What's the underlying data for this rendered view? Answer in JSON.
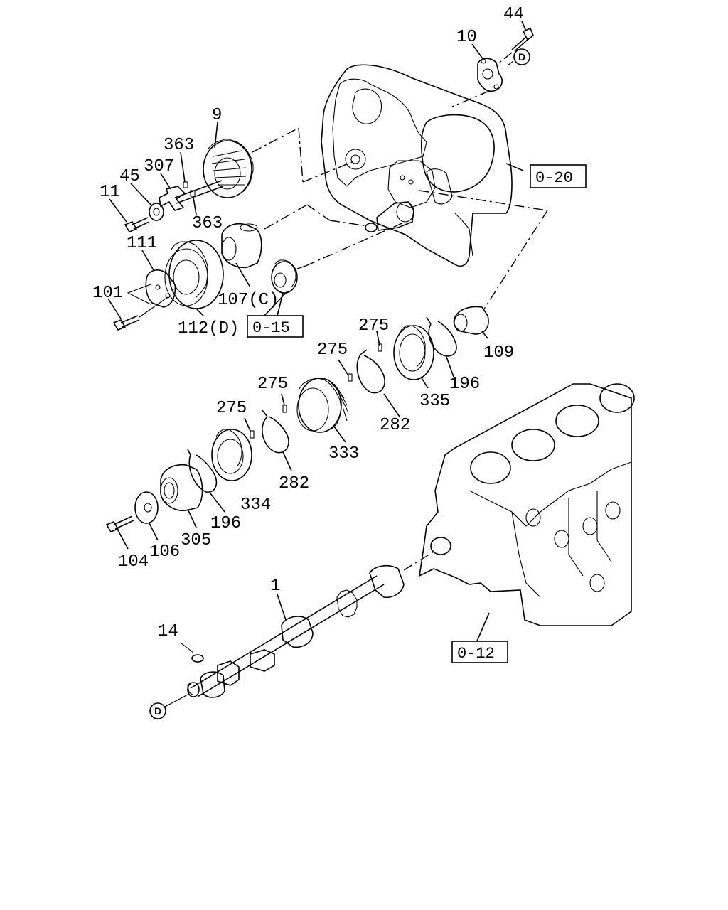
{
  "diagram": {
    "part_labels": [
      {
        "id": "p44",
        "text": "44"
      },
      {
        "id": "p10",
        "text": "10"
      },
      {
        "id": "p9",
        "text": "9"
      },
      {
        "id": "p363a",
        "text": "363"
      },
      {
        "id": "p307",
        "text": "307"
      },
      {
        "id": "p45",
        "text": "45"
      },
      {
        "id": "p11",
        "text": "11"
      },
      {
        "id": "p363b",
        "text": "363"
      },
      {
        "id": "p111",
        "text": "111"
      },
      {
        "id": "p101",
        "text": "101"
      },
      {
        "id": "p107",
        "text": "107(C)"
      },
      {
        "id": "p112",
        "text": "112(D)"
      },
      {
        "id": "p275a",
        "text": "275"
      },
      {
        "id": "p275b",
        "text": "275"
      },
      {
        "id": "p109",
        "text": "109"
      },
      {
        "id": "p196a",
        "text": "196"
      },
      {
        "id": "p335",
        "text": "335"
      },
      {
        "id": "p282a",
        "text": "282"
      },
      {
        "id": "p275c",
        "text": "275"
      },
      {
        "id": "p333",
        "text": "333"
      },
      {
        "id": "p275d",
        "text": "275"
      },
      {
        "id": "p282b",
        "text": "282"
      },
      {
        "id": "p334",
        "text": "334"
      },
      {
        "id": "p196b",
        "text": "196"
      },
      {
        "id": "p305",
        "text": "305"
      },
      {
        "id": "p106",
        "text": "106"
      },
      {
        "id": "p104",
        "text": "104"
      },
      {
        "id": "p1",
        "text": "1"
      },
      {
        "id": "p14",
        "text": "14"
      }
    ],
    "reference_boxes": [
      {
        "id": "r020",
        "text": "0-20"
      },
      {
        "id": "r015",
        "text": "0-15"
      },
      {
        "id": "r012",
        "text": "0-12"
      }
    ],
    "connector_marks": [
      {
        "id": "d1",
        "text": "D"
      },
      {
        "id": "d2",
        "text": "D"
      }
    ]
  }
}
